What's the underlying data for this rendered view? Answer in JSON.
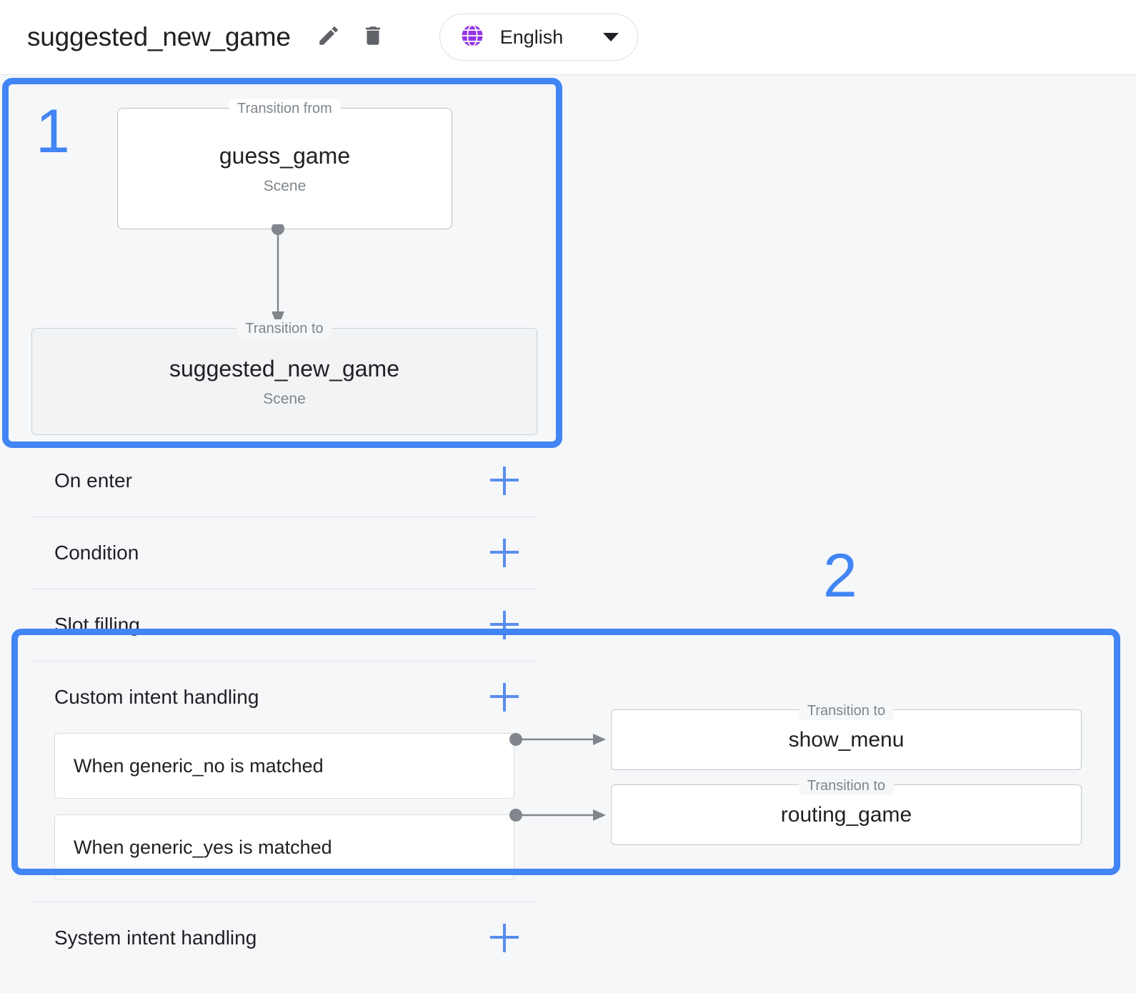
{
  "header": {
    "scene_title": "suggested_new_game",
    "edit_icon": "pencil-icon",
    "delete_icon": "trash-icon",
    "language": {
      "icon": "globe-icon",
      "label": "English",
      "caret": "chevron-down-icon",
      "icon_color": "#9334e6"
    }
  },
  "graph": {
    "transition_from": {
      "legend": "Transition from",
      "name": "guess_game",
      "type": "Scene"
    },
    "transition_to_self": {
      "legend": "Transition to",
      "name": "suggested_new_game",
      "type": "Scene"
    }
  },
  "sections": [
    {
      "label": "On enter",
      "add_label": "+"
    },
    {
      "label": "Condition",
      "add_label": "+"
    },
    {
      "label": "Slot filling",
      "add_label": "+"
    },
    {
      "label": "Custom intent handling",
      "add_label": "+"
    },
    {
      "label": "System intent handling",
      "add_label": "+"
    }
  ],
  "custom_intents": [
    {
      "label": "When generic_no is matched"
    },
    {
      "label": "When generic_yes is matched"
    }
  ],
  "transitions_out": [
    {
      "legend": "Transition to",
      "name": "show_menu"
    },
    {
      "legend": "Transition to",
      "name": "routing_game"
    }
  ],
  "annotations": [
    {
      "number": "1"
    },
    {
      "number": "2"
    }
  ],
  "colors": {
    "highlight": "#4285f4",
    "accent_plus": "#5b8dee",
    "globe": "#9334e6",
    "canvas_bg": "#f5f7f9"
  }
}
